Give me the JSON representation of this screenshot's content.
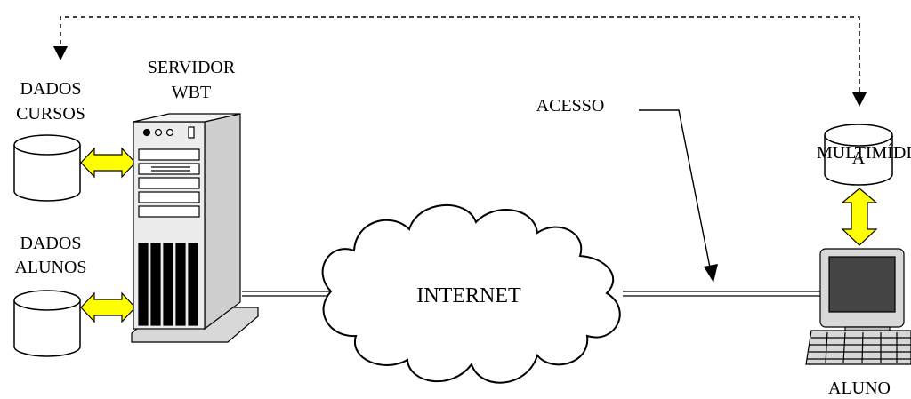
{
  "labels": {
    "dados_cursos_line1": "DADOS",
    "dados_cursos_line2": "CURSOS",
    "dados_alunos_line1": "DADOS",
    "dados_alunos_line2": "ALUNOS",
    "servidor_line1": "SERVIDOR",
    "servidor_line2": "WBT",
    "internet": "INTERNET",
    "acesso": "ACESSO",
    "multimidia": "MULTIMÍDI",
    "multimidia_a": "A",
    "aluno": "ALUNO"
  },
  "colors": {
    "arrow_fill": "#ffff00",
    "screen": "#444444",
    "line": "#000000"
  }
}
